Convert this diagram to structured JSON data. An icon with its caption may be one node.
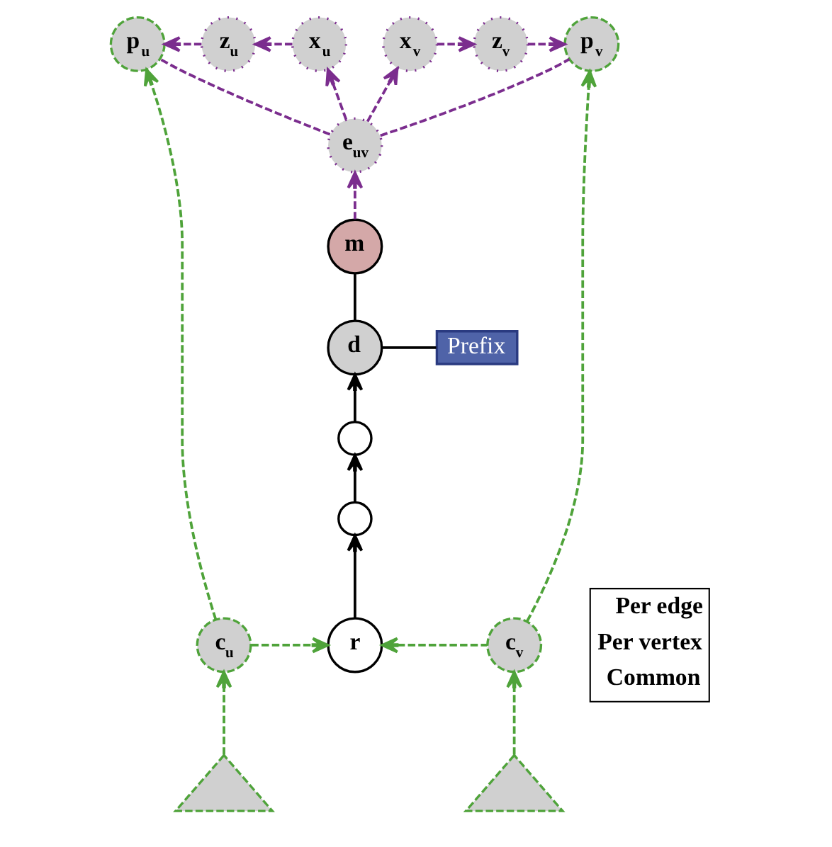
{
  "diagram": {
    "nodes": [
      {
        "text": [
          "p$_{u}$"
        ]
      },
      {
        "text": [
          "z$_{u}$"
        ]
      },
      {
        "text": [
          "x$_{u}$"
        ]
      },
      {
        "text": [
          "x$_{v}$"
        ]
      },
      {
        "text": [
          "z$_{v}$"
        ]
      },
      {
        "text": [
          "p$_{v}$"
        ]
      },
      {
        "text": [
          "e$_{uv}$"
        ]
      },
      {
        "text": [
          "m"
        ]
      },
      {
        "text": [
          "d"
        ]
      },
      {
        "text": [
          "Prefix"
        ]
      },
      {
        "text": [],
        "shape": "circle"
      },
      {
        "text": [],
        "shape": "circle"
      },
      {
        "text": [
          "r"
        ]
      },
      {
        "text": [
          "c$_{u}$"
        ]
      },
      {
        "text": [
          "c$_{v}$"
        ]
      },
      {
        "text": [],
        "shape": "triangle"
      },
      {
        "text": [],
        "shape": "triangle"
      }
    ],
    "edges": [
      {
        "from": 1,
        "to": 0,
        "arrow": "to",
        "style": "dashed",
        "color": "#7b2d8e"
      },
      {
        "from": 2,
        "to": 1,
        "arrow": "to",
        "style": "dashed",
        "color": "#7b2d8e"
      },
      {
        "from": 3,
        "to": 4,
        "arrow": "to",
        "style": "dashed",
        "color": "#7b2d8e"
      },
      {
        "from": 4,
        "to": 5,
        "arrow": "to",
        "style": "dashed",
        "color": "#7b2d8e"
      },
      {
        "from": 6,
        "to": 0,
        "arrow": "none",
        "style": "dashed",
        "color": "#7b2d8e"
      },
      {
        "from": 6,
        "to": 2,
        "arrow": "to",
        "style": "dashed",
        "color": "#7b2d8e"
      },
      {
        "from": 6,
        "to": 3,
        "arrow": "to",
        "style": "dashed",
        "color": "#7b2d8e"
      },
      {
        "from": 6,
        "to": 5,
        "arrow": "none",
        "style": "dashed",
        "color": "#7b2d8e"
      },
      {
        "from": 7,
        "to": 6,
        "arrow": "to",
        "style": "dashed",
        "color": "#7b2d8e"
      },
      {
        "from": 8,
        "to": 7,
        "arrow": "none",
        "color": "#000000"
      },
      {
        "from": 8,
        "to": 9,
        "arrow": "none",
        "color": "#000000"
      },
      {
        "from": 10,
        "to": 8,
        "arrow": "to",
        "color": "#000000"
      },
      {
        "from": 11,
        "to": 10,
        "arrow": "to",
        "color": "#000000"
      },
      {
        "from": 12,
        "to": 11,
        "arrow": "to",
        "color": "#000000"
      },
      {
        "from": 13,
        "to": 12,
        "arrow": "to",
        "style": "dashed",
        "color": "#4fa33a"
      },
      {
        "from": 14,
        "to": 12,
        "arrow": "to",
        "style": "dashed",
        "color": "#4fa33a"
      },
      {
        "from": 13,
        "to": 0,
        "arrow": "to",
        "style": "dashed",
        "color": "#4fa33a"
      },
      {
        "from": 14,
        "to": 5,
        "arrow": "to",
        "style": "dashed",
        "color": "#4fa33a"
      },
      {
        "from": 15,
        "to": 13,
        "arrow": "to",
        "style": "dashed",
        "color": "#4fa33a"
      },
      {
        "from": 16,
        "to": 14,
        "arrow": "to",
        "style": "dashed",
        "color": "#4fa33a"
      }
    ],
    "legend": [
      {
        "text": "Per edge"
      },
      {
        "text": "Per vertex"
      },
      {
        "text": "Common"
      }
    ]
  }
}
